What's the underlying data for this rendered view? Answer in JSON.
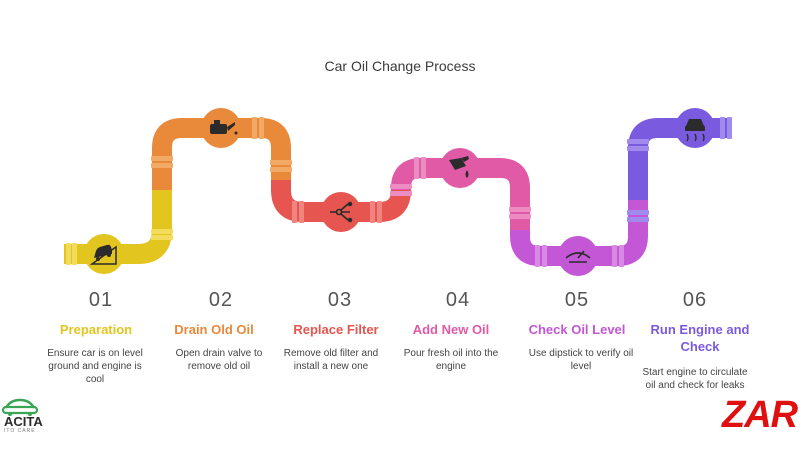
{
  "title": "Car Oil Change Process",
  "steps": [
    {
      "number": "01",
      "title": "Preparation",
      "description": "Ensure car is on level ground and engine is cool",
      "color": "#e3c51f",
      "icon": "car-on-slope-icon"
    },
    {
      "number": "02",
      "title": "Drain Old Oil",
      "description": "Open drain valve to remove old oil",
      "color": "#e9893a",
      "icon": "oil-can-icon"
    },
    {
      "number": "03",
      "title": "Replace Filter",
      "description": "Remove old filter and install a new one",
      "color": "#e6554f",
      "icon": "filter-icon"
    },
    {
      "number": "04",
      "title": "Add New Oil",
      "description": "Pour fresh oil into the engine",
      "color": "#e05aa6",
      "icon": "pouring-oil-icon"
    },
    {
      "number": "05",
      "title": "Check Oil Level",
      "description": "Use dipstick to verify oil level",
      "color": "#c457d6",
      "icon": "dipstick-gauge-icon"
    },
    {
      "number": "06",
      "title": "Run Engine and Check",
      "description": "Start engine to circulate oil and check for leaks",
      "color": "#7a5be0",
      "icon": "engine-check-icon"
    }
  ],
  "logos": {
    "left_text": "ACITA",
    "left_sub": "ITO CARE",
    "right_text": "ZAR"
  }
}
